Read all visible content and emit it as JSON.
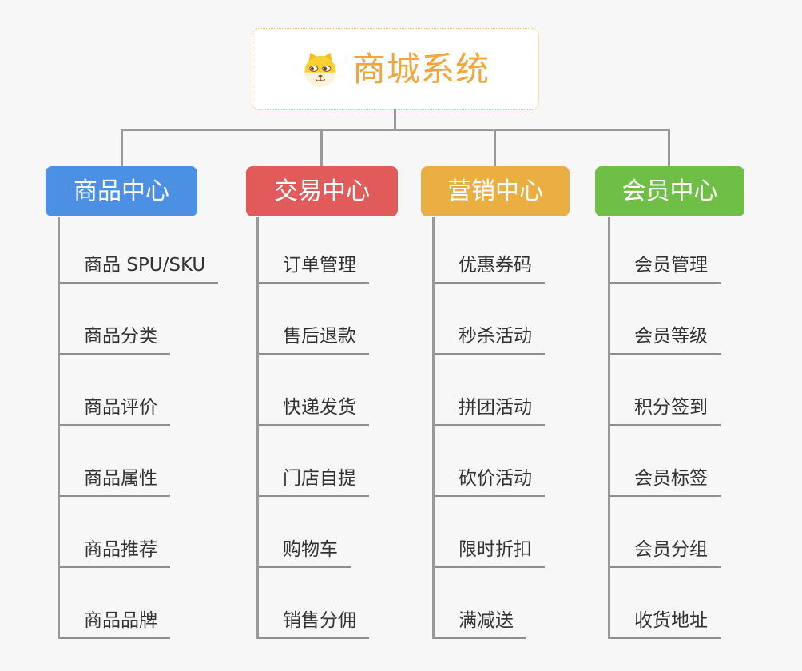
{
  "page": {
    "background": "#F7F7F7"
  },
  "colors": {
    "line": "#999999",
    "underline": "#8F8F8F",
    "leaf_text": "#333333"
  },
  "root": {
    "title": "商城系统",
    "icon": "dog-face-icon",
    "title_color": "#F0A63C",
    "border_color": "#F6C062"
  },
  "branches": [
    {
      "label": "商品中心",
      "color": "#4B90E2",
      "children": [
        "商品 SPU/SKU",
        "商品分类",
        "商品评价",
        "商品属性",
        "商品推荐",
        "商品品牌"
      ]
    },
    {
      "label": "交易中心",
      "color": "#E25B5B",
      "children": [
        "订单管理",
        "售后退款",
        "快递发货",
        "门店自提",
        "购物车",
        "销售分佣"
      ]
    },
    {
      "label": "营销中心",
      "color": "#EBAE42",
      "children": [
        "优惠券码",
        "秒杀活动",
        "拼团活动",
        "砍价活动",
        "限时折扣",
        "满减送"
      ]
    },
    {
      "label": "会员中心",
      "color": "#6FBE45",
      "children": [
        "会员管理",
        "会员等级",
        "积分签到",
        "会员标签",
        "会员分组",
        "收货地址"
      ]
    }
  ]
}
